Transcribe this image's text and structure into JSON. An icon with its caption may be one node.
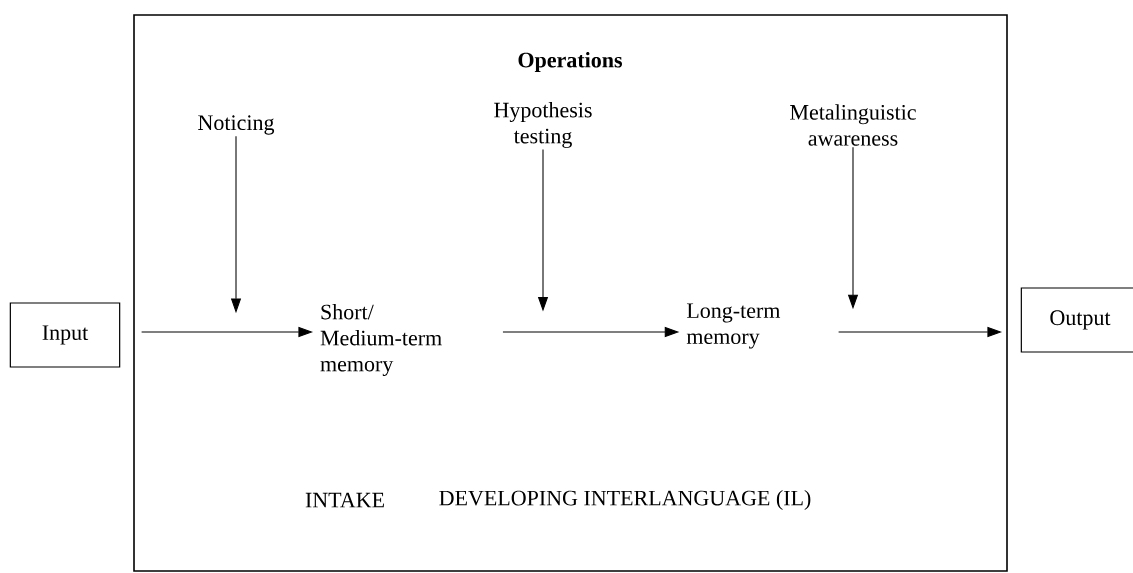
{
  "diagram": {
    "nodes": [
      {
        "text": [
          "Operations"
        ]
      },
      {
        "text": [
          "Noticing"
        ],
        "in": 0
      },
      {
        "text": [
          "Hypothesis testing"
        ],
        "in": 0
      },
      {
        "text": [
          "Metalinguistic awareness"
        ],
        "in": 0
      },
      {
        "text": [
          "Input"
        ]
      },
      {
        "text": [
          "Short/ Medium-term memory"
        ],
        "in": 0
      },
      {
        "text": [
          "Long-term memory"
        ],
        "in": 0
      },
      {
        "text": [
          "Output"
        ]
      }
    ],
    "edges": [
      {
        "from": 1,
        "to": null,
        "arrow": "to"
      },
      {
        "from": 2,
        "to": null,
        "arrow": "to"
      },
      {
        "from": 3,
        "to": null,
        "arrow": "to"
      },
      {
        "from": 4,
        "to": 5,
        "arrow": "to"
      },
      {
        "from": 5,
        "to": 6,
        "arrow": "to"
      },
      {
        "from": 6,
        "to": 7,
        "arrow": "to"
      }
    ],
    "labels": [
      "INTAKE",
      "DEVELOPING INTERLANGUAGE (IL)"
    ]
  }
}
